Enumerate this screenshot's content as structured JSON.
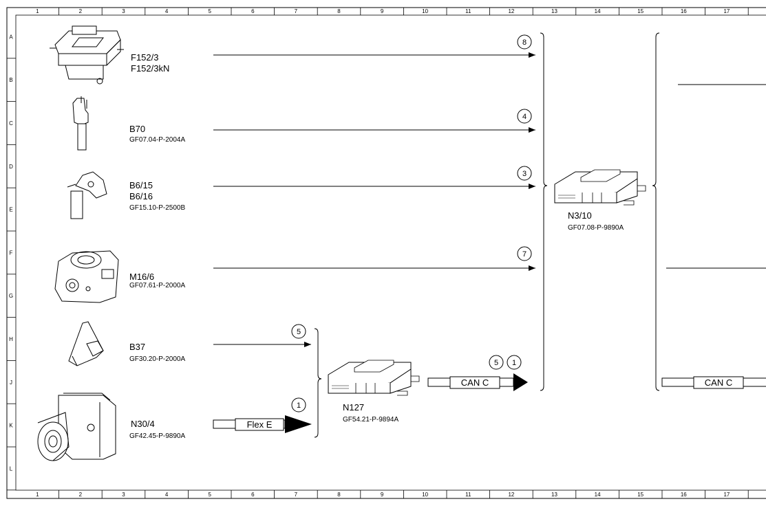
{
  "frame": {
    "columns": [
      "1",
      "2",
      "3",
      "4",
      "5",
      "6",
      "7",
      "8",
      "9",
      "10",
      "11",
      "12",
      "13",
      "14",
      "15",
      "16",
      "17"
    ],
    "rows": [
      "A",
      "B",
      "C",
      "D",
      "E",
      "F",
      "G",
      "H",
      "J",
      "K",
      "L"
    ]
  },
  "components": [
    {
      "id": "f152",
      "labels": [
        "F152/3",
        "F152/3kN"
      ],
      "code": "",
      "icon": "sensor-block-icon"
    },
    {
      "id": "b70",
      "labels": [
        "B70"
      ],
      "code": "GF07.04-P-2004A",
      "icon": "crankshaft-sensor-icon"
    },
    {
      "id": "b6",
      "labels": [
        "B6/15",
        "B6/16"
      ],
      "code": "GF15.10-P-2500B",
      "icon": "camshaft-sensor-icon"
    },
    {
      "id": "m16",
      "labels": [
        "M16/6"
      ],
      "code": "GF07.61-P-2000A",
      "icon": "throttle-actuator-icon"
    },
    {
      "id": "b37",
      "labels": [
        "B37"
      ],
      "code": "GF30.20-P-2000A",
      "icon": "accelerator-pedal-sensor-icon"
    },
    {
      "id": "n30",
      "labels": [
        "N30/4"
      ],
      "code": "GF42.45-P-9890A",
      "icon": "esp-control-unit-icon"
    }
  ],
  "signals": [
    "8",
    "4",
    "3",
    "7",
    "5",
    "1"
  ],
  "modules": {
    "n127": {
      "label": "N127",
      "code": "GF54.21-P-9894A"
    },
    "n3_10": {
      "label": "N3/10",
      "code": "GF07.08-P-9890A"
    }
  },
  "buses": {
    "flex_e": "Flex E",
    "can_c_1": "CAN C",
    "can_c_2": "CAN C",
    "can_c_marks": [
      "5",
      "1"
    ]
  }
}
